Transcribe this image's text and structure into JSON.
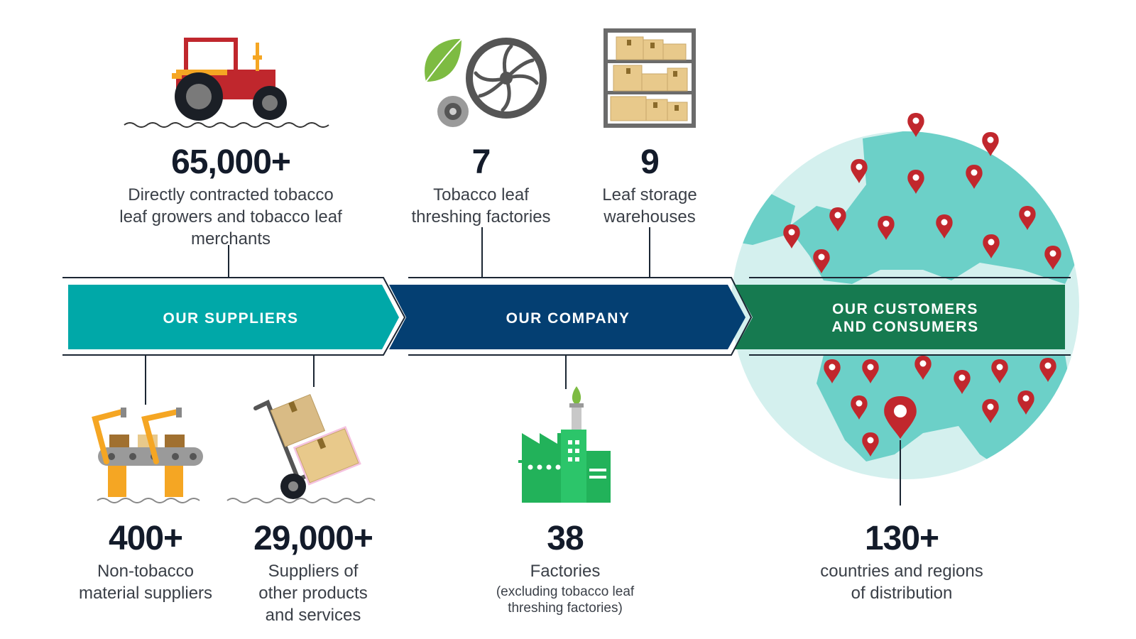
{
  "banner": {
    "suppliers": "OUR SUPPLIERS",
    "company": "OUR COMPANY",
    "customers_line1": "OUR CUSTOMERS",
    "customers_line2": "AND CONSUMERS"
  },
  "stats": {
    "growers": {
      "value": "65,000+",
      "line1": "Directly contracted tobacco",
      "line2": "leaf growers and tobacco leaf",
      "line3": "merchants"
    },
    "threshing": {
      "value": "7",
      "line1": "Tobacco leaf",
      "line2": "threshing factories"
    },
    "warehouses": {
      "value": "9",
      "line1": "Leaf storage",
      "line2": "warehouses"
    },
    "non_tobacco": {
      "value": "400+",
      "line1": "Non-tobacco",
      "line2": "material suppliers"
    },
    "other_suppliers": {
      "value": "29,000+",
      "line1": "Suppliers of",
      "line2": "other products",
      "line3": "and services"
    },
    "factories": {
      "value": "38",
      "line1": "Factories",
      "note1": "(excluding tobacco leaf",
      "note2": "threshing factories)"
    },
    "countries": {
      "value": "130+",
      "line1": "countries and regions",
      "line2": "of distribution"
    }
  },
  "colors": {
    "suppliers": "#00a8a8",
    "company": "#043f72",
    "customers": "#167a50",
    "globe_land": "#6cd0c8",
    "globe_sea": "#d4f0ee",
    "pin": "#c1272d",
    "tractor": "#c0272d",
    "factory": "#22b25a",
    "robot": "#f5a623",
    "box": "#e8c98b"
  },
  "icons": [
    "tractor-icon",
    "leaf-thresher-icon",
    "warehouse-shelf-icon",
    "robotic-arm-conveyor-icon",
    "hand-truck-boxes-icon",
    "factory-icon",
    "globe-map-icon",
    "location-pin-icon"
  ]
}
